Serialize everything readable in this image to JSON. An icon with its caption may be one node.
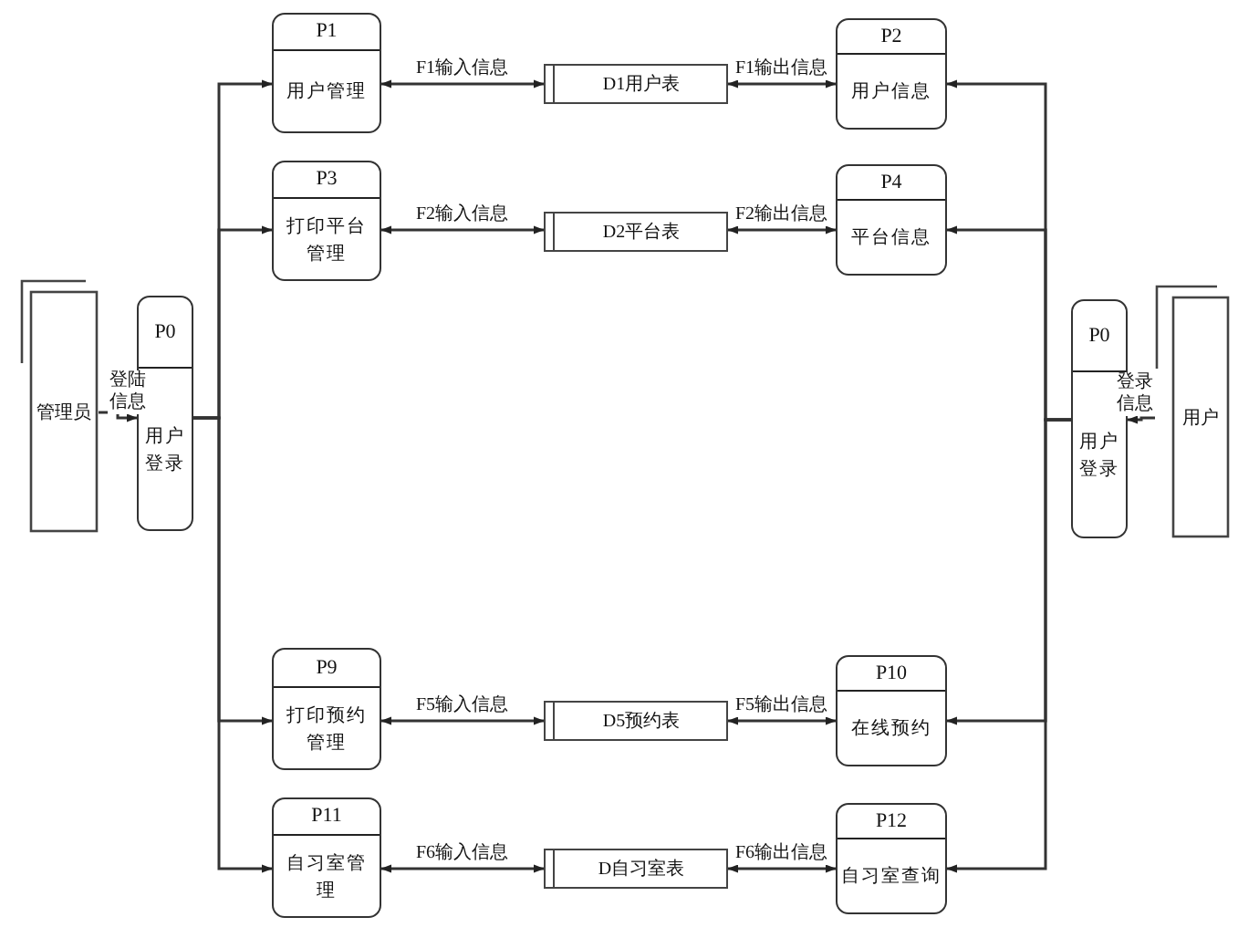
{
  "diagram": {
    "nodes": [
      {
        "text": [
          "管理员"
        ]
      },
      {
        "text": [
          "P0",
          "用户登录"
        ]
      },
      {
        "text": [
          "P1",
          "用户管理"
        ]
      },
      {
        "text": [
          "D1用户表"
        ]
      },
      {
        "text": [
          "P2",
          "用户信息"
        ]
      },
      {
        "text": [
          "P3",
          "打印平台管理"
        ]
      },
      {
        "text": [
          "D2平台表"
        ]
      },
      {
        "text": [
          "P4",
          "平台信息"
        ]
      },
      {
        "text": [
          "P9",
          "打印预约管理"
        ]
      },
      {
        "text": [
          "D5预约表"
        ]
      },
      {
        "text": [
          "P10",
          "在线预约"
        ]
      },
      {
        "text": [
          "P11",
          "自习室管理"
        ]
      },
      {
        "text": [
          "D自习室表"
        ]
      },
      {
        "text": [
          "P12",
          "自习室查询"
        ]
      },
      {
        "text": [
          "P0",
          "用户登录"
        ]
      },
      {
        "text": [
          "用户"
        ]
      }
    ],
    "edges": [
      {
        "from": 0,
        "to": 1,
        "arrow": "to",
        "label": "登陆信息"
      },
      {
        "from": 1,
        "to": 2,
        "arrow": "to"
      },
      {
        "from": 1,
        "to": 5,
        "arrow": "to"
      },
      {
        "from": 1,
        "to": 8,
        "arrow": "to"
      },
      {
        "from": 1,
        "to": 11,
        "arrow": "to"
      },
      {
        "from": 2,
        "to": 3,
        "arrow": "both",
        "label": "F1输入信息"
      },
      {
        "from": 3,
        "to": 4,
        "arrow": "both",
        "label": "F1输出信息"
      },
      {
        "from": 5,
        "to": 6,
        "arrow": "both",
        "label": "F2输入信息"
      },
      {
        "from": 6,
        "to": 7,
        "arrow": "both",
        "label": "F2输出信息"
      },
      {
        "from": 8,
        "to": 9,
        "arrow": "both",
        "label": "F5输入信息"
      },
      {
        "from": 9,
        "to": 10,
        "arrow": "both",
        "label": "F5输出信息"
      },
      {
        "from": 11,
        "to": 12,
        "arrow": "both",
        "label": "F6输入信息"
      },
      {
        "from": 12,
        "to": 13,
        "arrow": "both",
        "label": "F6输出信息"
      },
      {
        "from": 15,
        "to": 14,
        "arrow": "to",
        "label": "登录信息"
      },
      {
        "from": 14,
        "to": 4,
        "arrow": "to"
      },
      {
        "from": 14,
        "to": 7,
        "arrow": "to"
      },
      {
        "from": 14,
        "to": 10,
        "arrow": "to"
      },
      {
        "from": 14,
        "to": 13,
        "arrow": "to"
      }
    ]
  }
}
